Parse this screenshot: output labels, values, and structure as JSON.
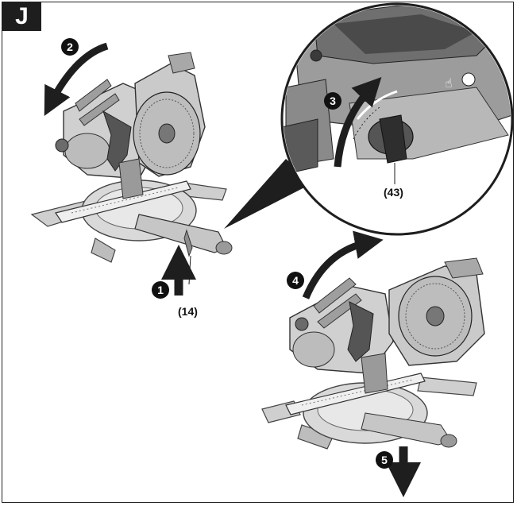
{
  "figure": {
    "panel_letter": "J",
    "callouts": {
      "lever": "(14)",
      "knob": "(43)"
    },
    "steps": [
      "1",
      "2",
      "3",
      "4",
      "5"
    ]
  },
  "colors": {
    "ink": "#1e1e1e",
    "body_gray": "#c9c9c9",
    "dark_gray": "#6b6b6b",
    "light_gray": "#e2e2e2"
  }
}
